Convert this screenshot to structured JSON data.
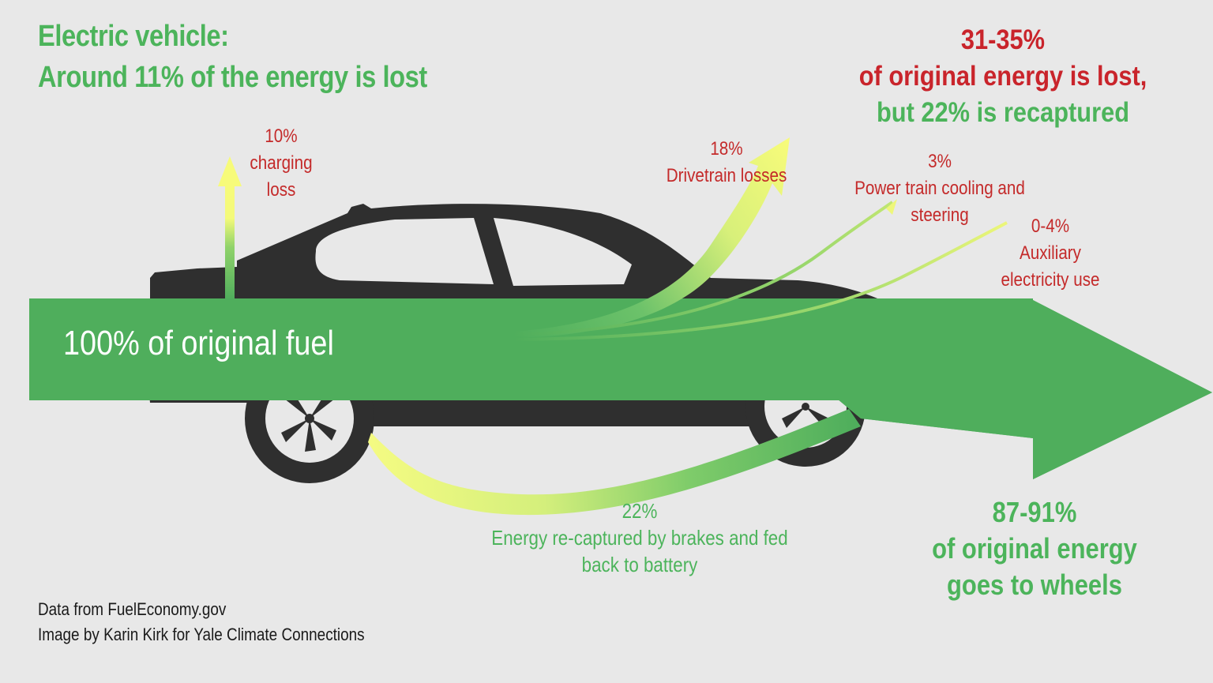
{
  "title": {
    "line1": "Electric vehicle:",
    "line2": "Around 11% of the energy is lost"
  },
  "summary": {
    "lost_range": "31-35%",
    "lost_text": "of original energy is lost,",
    "recaptured_text": "but 22% is recaptured"
  },
  "main_arrow": {
    "label": "100% of original fuel"
  },
  "losses": [
    {
      "id": "charging",
      "percent": "10%",
      "line1": "charging",
      "line2": "loss"
    },
    {
      "id": "drivetrain",
      "percent": "18%",
      "line1": "Drivetrain losses"
    },
    {
      "id": "cooling",
      "percent": "3%",
      "line1": "Power train cooling and",
      "line2": "steering"
    },
    {
      "id": "auxiliary",
      "percent": "0-4%",
      "line1": "Auxiliary",
      "line2": "electricity use"
    }
  ],
  "recapture": {
    "percent": "22%",
    "line1": "Energy re-captured by brakes and fed",
    "line2": "back to battery"
  },
  "output": {
    "range": "87-91%",
    "line1": "of original energy",
    "line2": "goes to wheels"
  },
  "credits": {
    "line1": "Data from FuelEconomy.gov",
    "line2": "Image by Karin Kirk for Yale Climate Connections"
  },
  "colors": {
    "background": "#e8e8e8",
    "arrow_green": "#4fae5c",
    "text_green": "#4cb45b",
    "loss_red": "#c42a2a",
    "car": "#2f2f2f",
    "loss_arrow_yellow": "#f7fb7a"
  }
}
